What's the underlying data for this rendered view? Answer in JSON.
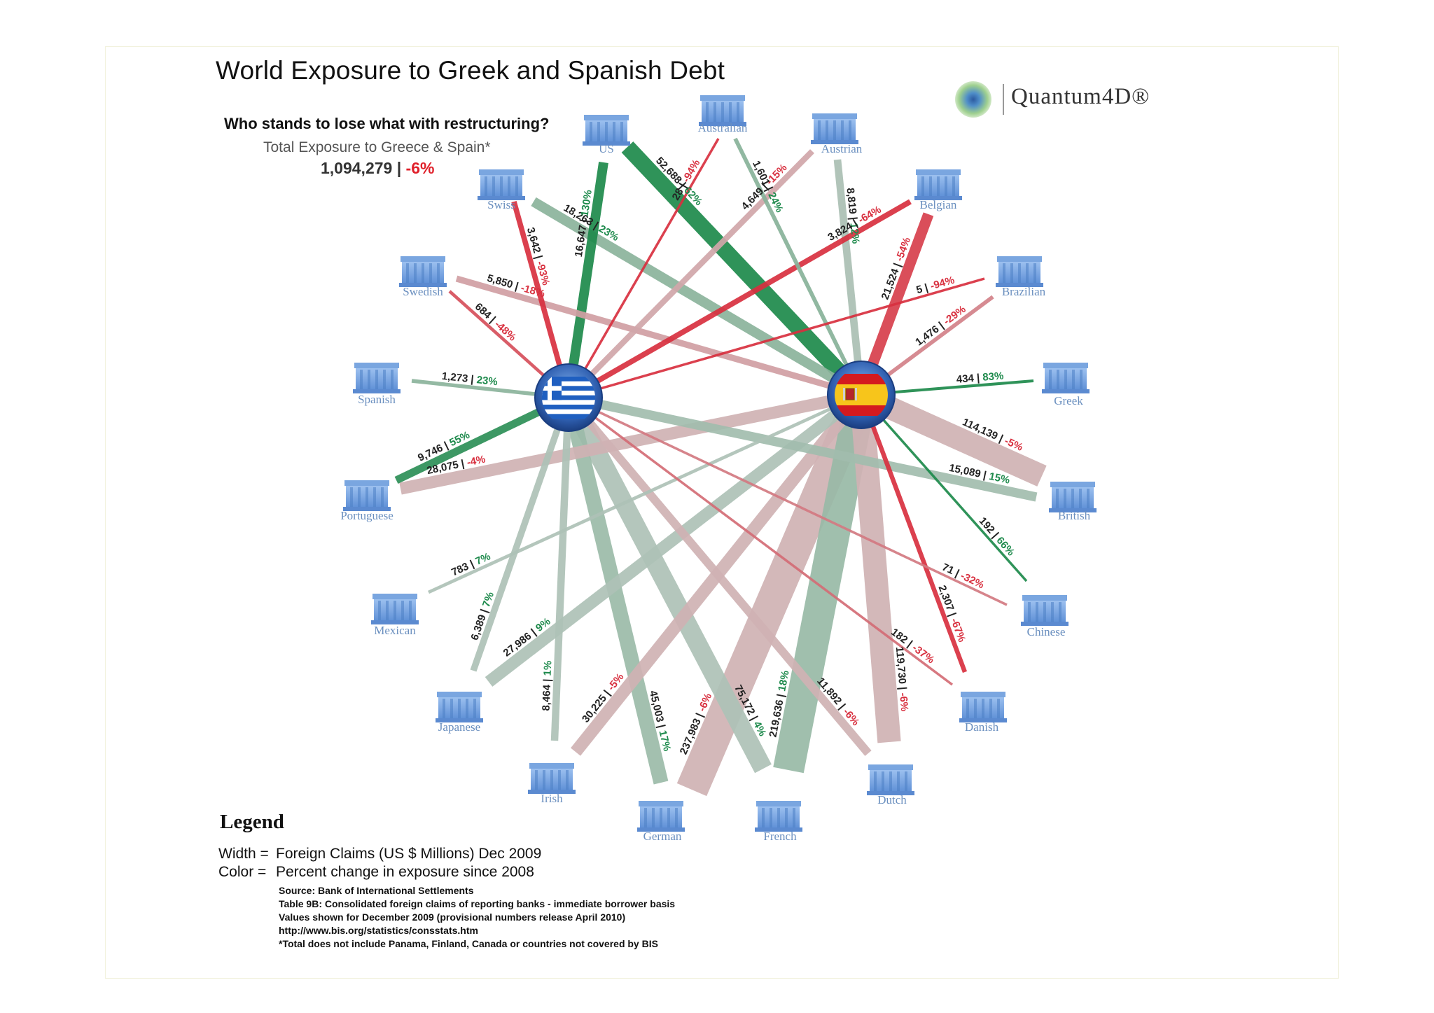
{
  "title": "World Exposure to Greek and Spanish Debt",
  "subtitle": "Who stands to lose what with restructuring?",
  "total": {
    "label": "Total Exposure to Greece & Spain*",
    "value": "1,094,279 |",
    "change": "-6%"
  },
  "logo": {
    "text": "Quantum4D®"
  },
  "legend": {
    "title": "Legend",
    "width_lhs": "Width =",
    "width_rhs": "Foreign  Claims (US $ Millions) Dec 2009",
    "color_lhs": "Color =",
    "color_rhs": "Percent change in exposure since 2008",
    "source": [
      "Source: Bank of International Settlements",
      "Table 9B: Consolidated foreign claims of reporting banks - immediate borrower basis",
      "Values shown for December 2009 (provisional numbers release April 2010)",
      "http://www.bis.org/statistics/consstats.htm",
      "*Total does not include Panama, Finland, Canada or countries not covered by BIS"
    ]
  },
  "colors": {
    "pos": "#1e8a4c",
    "neg": "#d8303f",
    "hub": "#2f5fb0",
    "node": "#6a9bd8"
  },
  "hubs": {
    "greece": "Greece",
    "spain": "Spain"
  },
  "countries": [
    "US",
    "Australian",
    "Austrian",
    "Belgian",
    "Brazilian",
    "Greek",
    "British",
    "Chinese",
    "Danish",
    "Dutch",
    "French",
    "German",
    "Irish",
    "Japanese",
    "Mexican",
    "Portuguese",
    "Spanish",
    "Swedish",
    "Swiss"
  ],
  "flows": [
    {
      "from": "US",
      "to": "Greece",
      "value": 16647,
      "label": "16,647",
      "pct": 130,
      "pct_label": "130%"
    },
    {
      "from": "US",
      "to": "Spain",
      "value": 52688,
      "label": "52,688",
      "pct": 62,
      "pct_label": "62%"
    },
    {
      "from": "Australian",
      "to": "Greece",
      "value": 28,
      "label": "28",
      "pct": -94,
      "pct_label": "-94%"
    },
    {
      "from": "Australian",
      "to": "Spain",
      "value": 1601,
      "label": "1,601",
      "pct": 24,
      "pct_label": "24%"
    },
    {
      "from": "Austrian",
      "to": "Greece",
      "value": 4649,
      "label": "4,649",
      "pct": -15,
      "pct_label": "-15%"
    },
    {
      "from": "Austrian",
      "to": "Spain",
      "value": 8819,
      "label": "8,819",
      "pct": 12,
      "pct_label": "12%"
    },
    {
      "from": "Belgian",
      "to": "Greece",
      "value": 3824,
      "label": "3,824",
      "pct": -64,
      "pct_label": "-64%"
    },
    {
      "from": "Belgian",
      "to": "Spain",
      "value": 21524,
      "label": "21,524",
      "pct": -54,
      "pct_label": "-54%"
    },
    {
      "from": "Brazilian",
      "to": "Greece",
      "value": 5,
      "label": "5",
      "pct": -94,
      "pct_label": "-94%"
    },
    {
      "from": "Brazilian",
      "to": "Spain",
      "value": 1476,
      "label": "1,476",
      "pct": -29,
      "pct_label": "-29%"
    },
    {
      "from": "Greek",
      "to": "Spain",
      "value": 434,
      "label": "434",
      "pct": 83,
      "pct_label": "83%"
    },
    {
      "from": "British",
      "to": "Greece",
      "value": 15089,
      "label": "15,089",
      "pct": 15,
      "pct_label": "15%"
    },
    {
      "from": "British",
      "to": "Spain",
      "value": 114139,
      "label": "114,139",
      "pct": -5,
      "pct_label": "-5%"
    },
    {
      "from": "Chinese",
      "to": "Greece",
      "value": 71,
      "label": "71",
      "pct": -32,
      "pct_label": "-32%"
    },
    {
      "from": "Chinese",
      "to": "Spain",
      "value": 192,
      "label": "192",
      "pct": 66,
      "pct_label": "66%"
    },
    {
      "from": "Danish",
      "to": "Greece",
      "value": 182,
      "label": "182",
      "pct": -37,
      "pct_label": "-37%"
    },
    {
      "from": "Danish",
      "to": "Spain",
      "value": 2307,
      "label": "2,307",
      "pct": -67,
      "pct_label": "-67%"
    },
    {
      "from": "Dutch",
      "to": "Greece",
      "value": 11892,
      "label": "11,892",
      "pct": -6,
      "pct_label": "-6%"
    },
    {
      "from": "Dutch",
      "to": "Spain",
      "value": 119730,
      "label": "119,730",
      "pct": -6,
      "pct_label": "-6%"
    },
    {
      "from": "French",
      "to": "Greece",
      "value": 75172,
      "label": "75,172",
      "pct": 4,
      "pct_label": "4%"
    },
    {
      "from": "French",
      "to": "Spain",
      "value": 219636,
      "label": "219,636",
      "pct": 18,
      "pct_label": "18%"
    },
    {
      "from": "German",
      "to": "Greece",
      "value": 45003,
      "label": "45,003",
      "pct": 17,
      "pct_label": "17%"
    },
    {
      "from": "German",
      "to": "Spain",
      "value": 237983,
      "label": "237,983",
      "pct": -6,
      "pct_label": "-6%"
    },
    {
      "from": "Irish",
      "to": "Greece",
      "value": 8464,
      "label": "8,464",
      "pct": 1,
      "pct_label": "1%"
    },
    {
      "from": "Irish",
      "to": "Spain",
      "value": 30225,
      "label": "30,225",
      "pct": -5,
      "pct_label": "-5%"
    },
    {
      "from": "Japanese",
      "to": "Greece",
      "value": 6389,
      "label": "6,389",
      "pct": 7,
      "pct_label": "7%"
    },
    {
      "from": "Japanese",
      "to": "Spain",
      "value": 27986,
      "label": "27,986",
      "pct": 9,
      "pct_label": "9%"
    },
    {
      "from": "Mexican",
      "to": "Spain",
      "value": 783,
      "label": "783",
      "pct": 7,
      "pct_label": "7%"
    },
    {
      "from": "Portuguese",
      "to": "Greece",
      "value": 9746,
      "label": "9,746",
      "pct": 55,
      "pct_label": "55%"
    },
    {
      "from": "Portuguese",
      "to": "Spain",
      "value": 28075,
      "label": "28,075",
      "pct": -4,
      "pct_label": "-4%"
    },
    {
      "from": "Spanish",
      "to": "Greece",
      "value": 1273,
      "label": "1,273",
      "pct": 23,
      "pct_label": "23%"
    },
    {
      "from": "Swedish",
      "to": "Greece",
      "value": 684,
      "label": "684",
      "pct": -48,
      "pct_label": "-48%"
    },
    {
      "from": "Swedish",
      "to": "Spain",
      "value": 5850,
      "label": "5,850",
      "pct": -18,
      "pct_label": "-18%"
    },
    {
      "from": "Swiss",
      "to": "Greece",
      "value": 3642,
      "label": "3,642",
      "pct": -93,
      "pct_label": "-93%"
    },
    {
      "from": "Swiss",
      "to": "Spain",
      "value": 18263,
      "label": "18,263",
      "pct": 23,
      "pct_label": "23%"
    }
  ]
}
